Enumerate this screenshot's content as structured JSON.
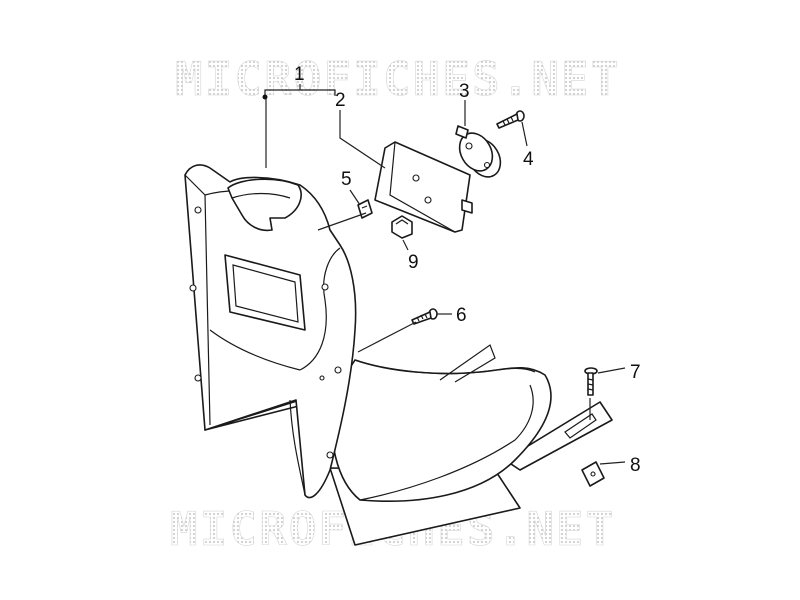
{
  "watermark": {
    "top": "MICROFICHES.NET",
    "bottom": "MICROFICHES.NET"
  },
  "callouts": {
    "c1": "1",
    "c2": "2",
    "c3": "3",
    "c4": "4",
    "c5": "5",
    "c6": "6",
    "c7": "7",
    "c8": "8",
    "c9": "9"
  },
  "colors": {
    "line": "#1a1a1a",
    "watermark": "#d6d6d6",
    "background": "#ffffff"
  },
  "icons": {
    "group-marker": "dot-icon"
  }
}
